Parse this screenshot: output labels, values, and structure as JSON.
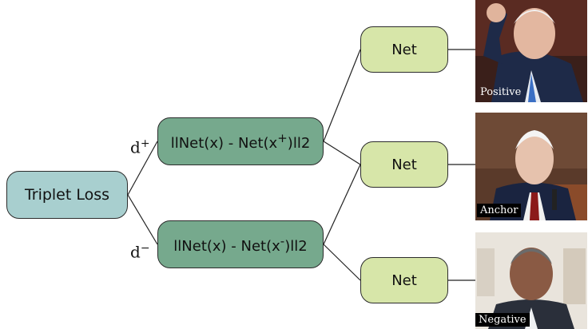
{
  "triplet_loss": "Triplet Loss",
  "d_plus": {
    "base": "d",
    "sup": "+"
  },
  "d_minus": {
    "base": "d",
    "sup": "−"
  },
  "dist_pos": {
    "a": "llNet(x) - Net(x",
    "sup": "+",
    "b": ")ll2"
  },
  "dist_neg": {
    "a": "llNet(x) - Net(x",
    "sup": "-",
    "b": ")ll2"
  },
  "nets": {
    "top": "Net",
    "mid": "Net",
    "bot": "Net"
  },
  "photos": {
    "positive": "Positive",
    "anchor": "Anchor",
    "negative": "Negative"
  },
  "colors": {
    "triplet": "#a8cfcf",
    "distance": "#76a98d",
    "net": "#d7e6a9"
  }
}
